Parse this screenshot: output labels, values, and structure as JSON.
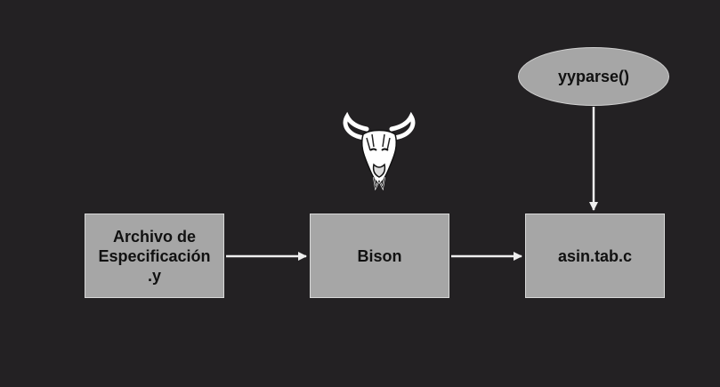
{
  "diagram": {
    "nodes": [
      {
        "id": "spec",
        "shape": "rectangle",
        "line1": "Archivo de",
        "line2": "Especificación",
        "line3": ".y"
      },
      {
        "id": "bison",
        "shape": "rectangle",
        "label": "Bison"
      },
      {
        "id": "out",
        "shape": "rectangle",
        "label": "asin.tab.c"
      },
      {
        "id": "yyparse",
        "shape": "ellipse",
        "label": "yyparse()"
      }
    ],
    "edges": [
      {
        "from": "spec",
        "to": "bison"
      },
      {
        "from": "bison",
        "to": "out"
      },
      {
        "from": "yyparse",
        "to": "out"
      }
    ]
  },
  "logo": {
    "icon": "gnu-head-icon"
  },
  "colors": {
    "background": "#232123",
    "node_fill": "#a6a6a6",
    "node_text": "#111111",
    "arrow": "#eeeeee"
  }
}
